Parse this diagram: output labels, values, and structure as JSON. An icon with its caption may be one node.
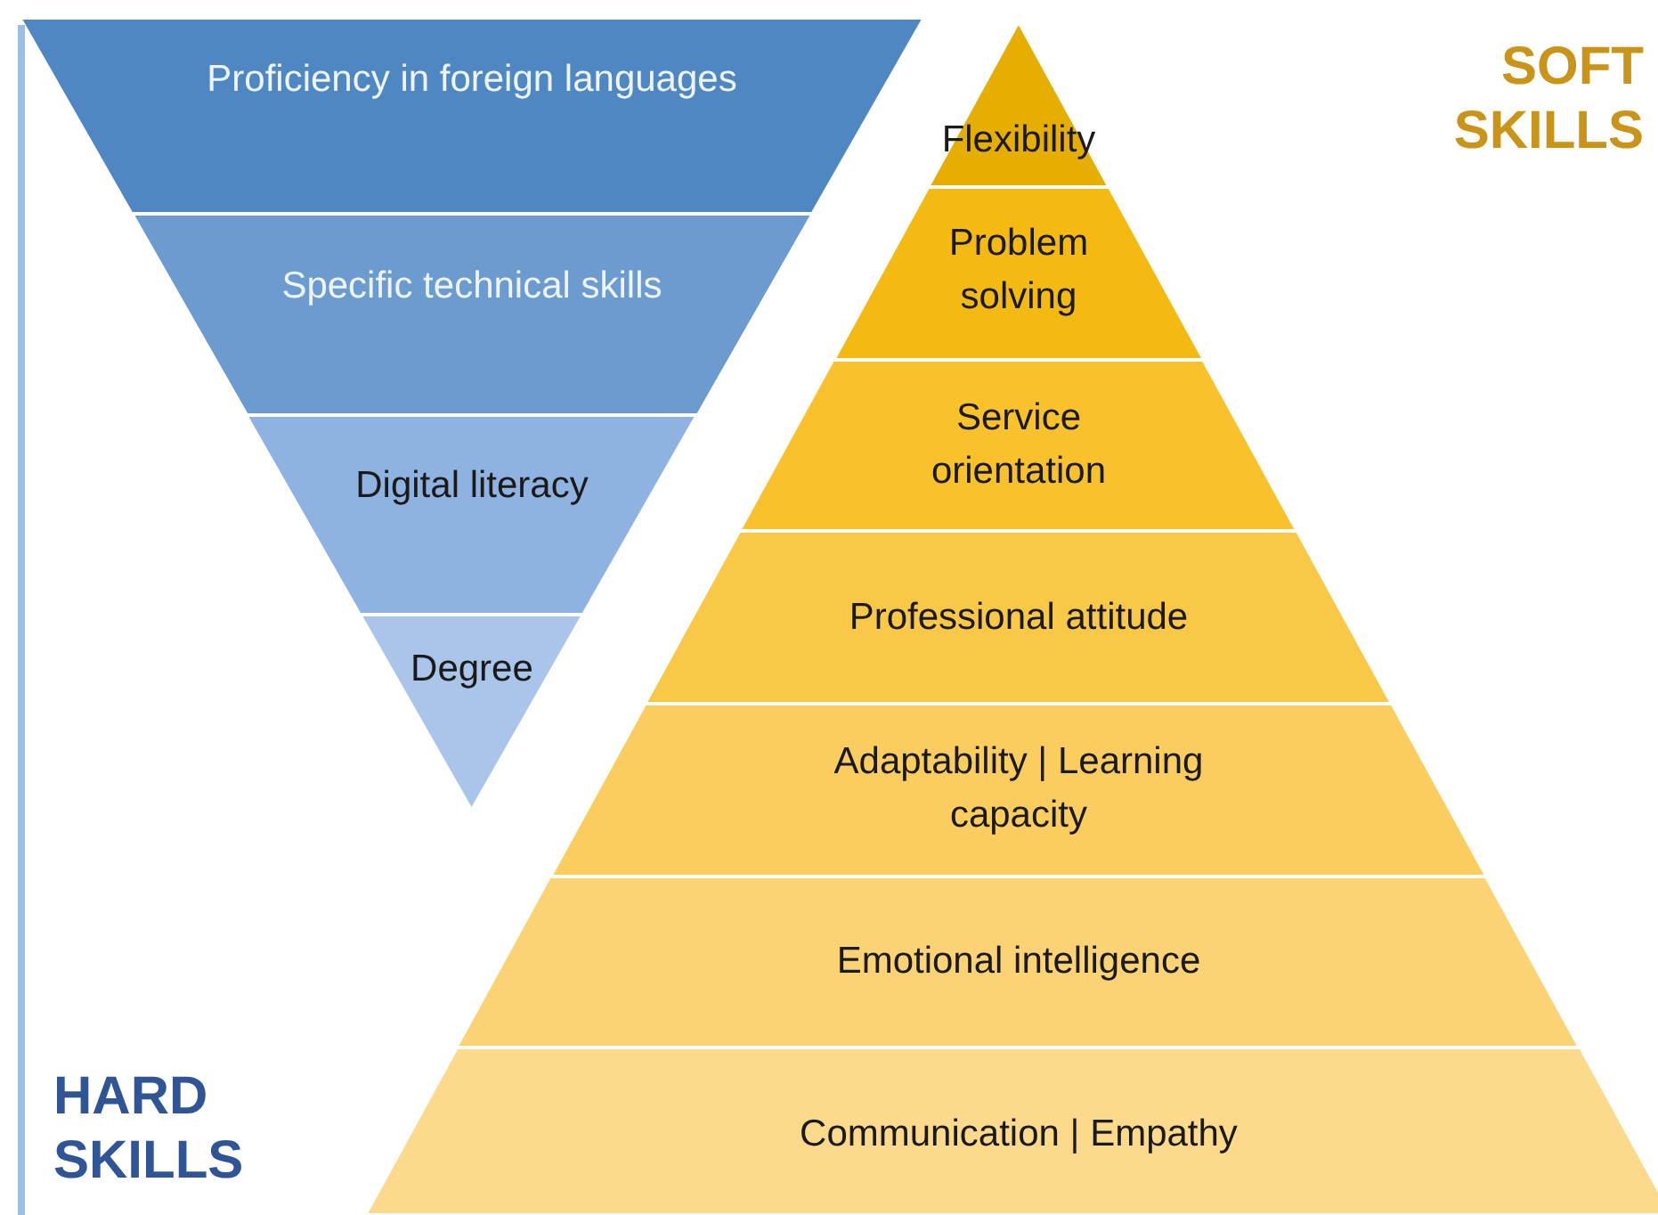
{
  "diagram": {
    "nodes": [
      {
        "text": [
          "Proficiency in foreign languages"
        ]
      },
      {
        "text": [
          "Specific technical skills"
        ]
      },
      {
        "text": [
          "Digital literacy"
        ]
      },
      {
        "text": [
          "Degree"
        ]
      },
      {
        "text": [
          "Flexibility"
        ]
      },
      {
        "text": [
          "Problem solving"
        ]
      },
      {
        "text": [
          "Service orientation"
        ]
      },
      {
        "text": [
          "Professional attitude"
        ]
      },
      {
        "text": [
          "Adaptability | Learning capacity"
        ]
      },
      {
        "text": [
          "Emotional intelligence"
        ]
      },
      {
        "text": [
          "Communication | Empathy"
        ]
      }
    ],
    "labels": [
      "SOFT SKILLS",
      "HARD SKILLS"
    ]
  }
}
